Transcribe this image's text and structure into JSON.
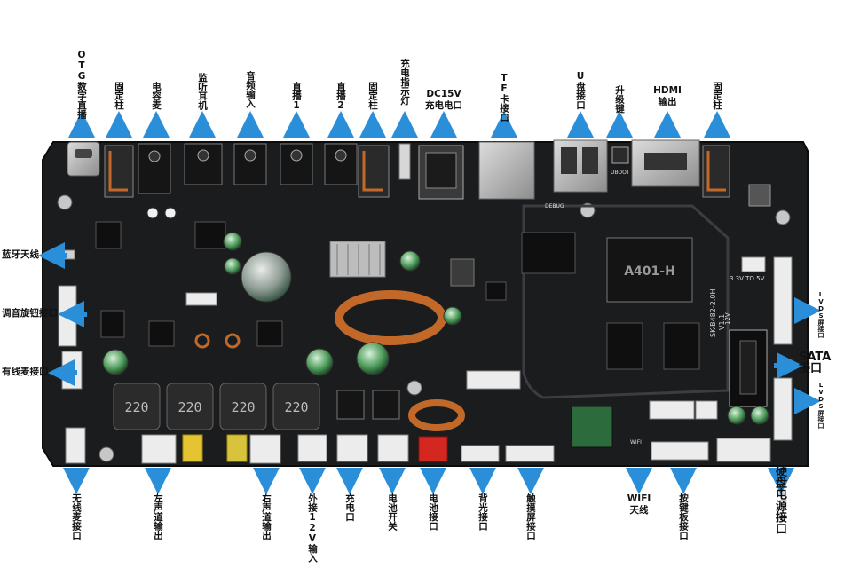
{
  "colors": {
    "arrow": "#2a8fd8",
    "board": "#1b1c1e",
    "text": "#111111",
    "copper": "#c2692a"
  },
  "top_labels": [
    {
      "text": "OTG数字直播",
      "icon": "arrow-down-icon"
    },
    {
      "text": "固定柱"
    },
    {
      "text": "电容麦"
    },
    {
      "text": "监听耳机"
    },
    {
      "text": "音频输入"
    },
    {
      "text": "直播1"
    },
    {
      "text": "直播2"
    },
    {
      "text": "固定柱"
    },
    {
      "text": "充电指示灯"
    },
    {
      "text": "DC15V\n充电电口"
    },
    {
      "text": "TF卡接口"
    },
    {
      "text": "U盘接口"
    },
    {
      "text": "升级键"
    },
    {
      "text": "HDMI\n输出"
    },
    {
      "text": "固定柱"
    }
  ],
  "left_labels": [
    "蓝牙天线",
    "调音旋钮接口",
    "有线麦接口"
  ],
  "right_labels": [
    "LVDS屏接口",
    "SATA\n接口",
    "LVDS屏接口"
  ],
  "bottom_labels": [
    "无线麦接口",
    "左声道输出",
    "右声道输出",
    "外接12V输入",
    "充电口",
    "电池开关",
    "电池接口",
    "背光接口",
    "触摸屏接口",
    "WIFI\n天线",
    "按键板接口",
    "硬盘电源接口"
  ],
  "board_text": {
    "chip": "A401-H",
    "model": "SK-B482-2.0H",
    "version": "V1.1",
    "voltage_note": "3.3V TO 5V",
    "debug": "DEBUG",
    "uboot": "UBOOT",
    "v12": "12V",
    "inductor": "220",
    "wifi_chip": "WIFI"
  }
}
